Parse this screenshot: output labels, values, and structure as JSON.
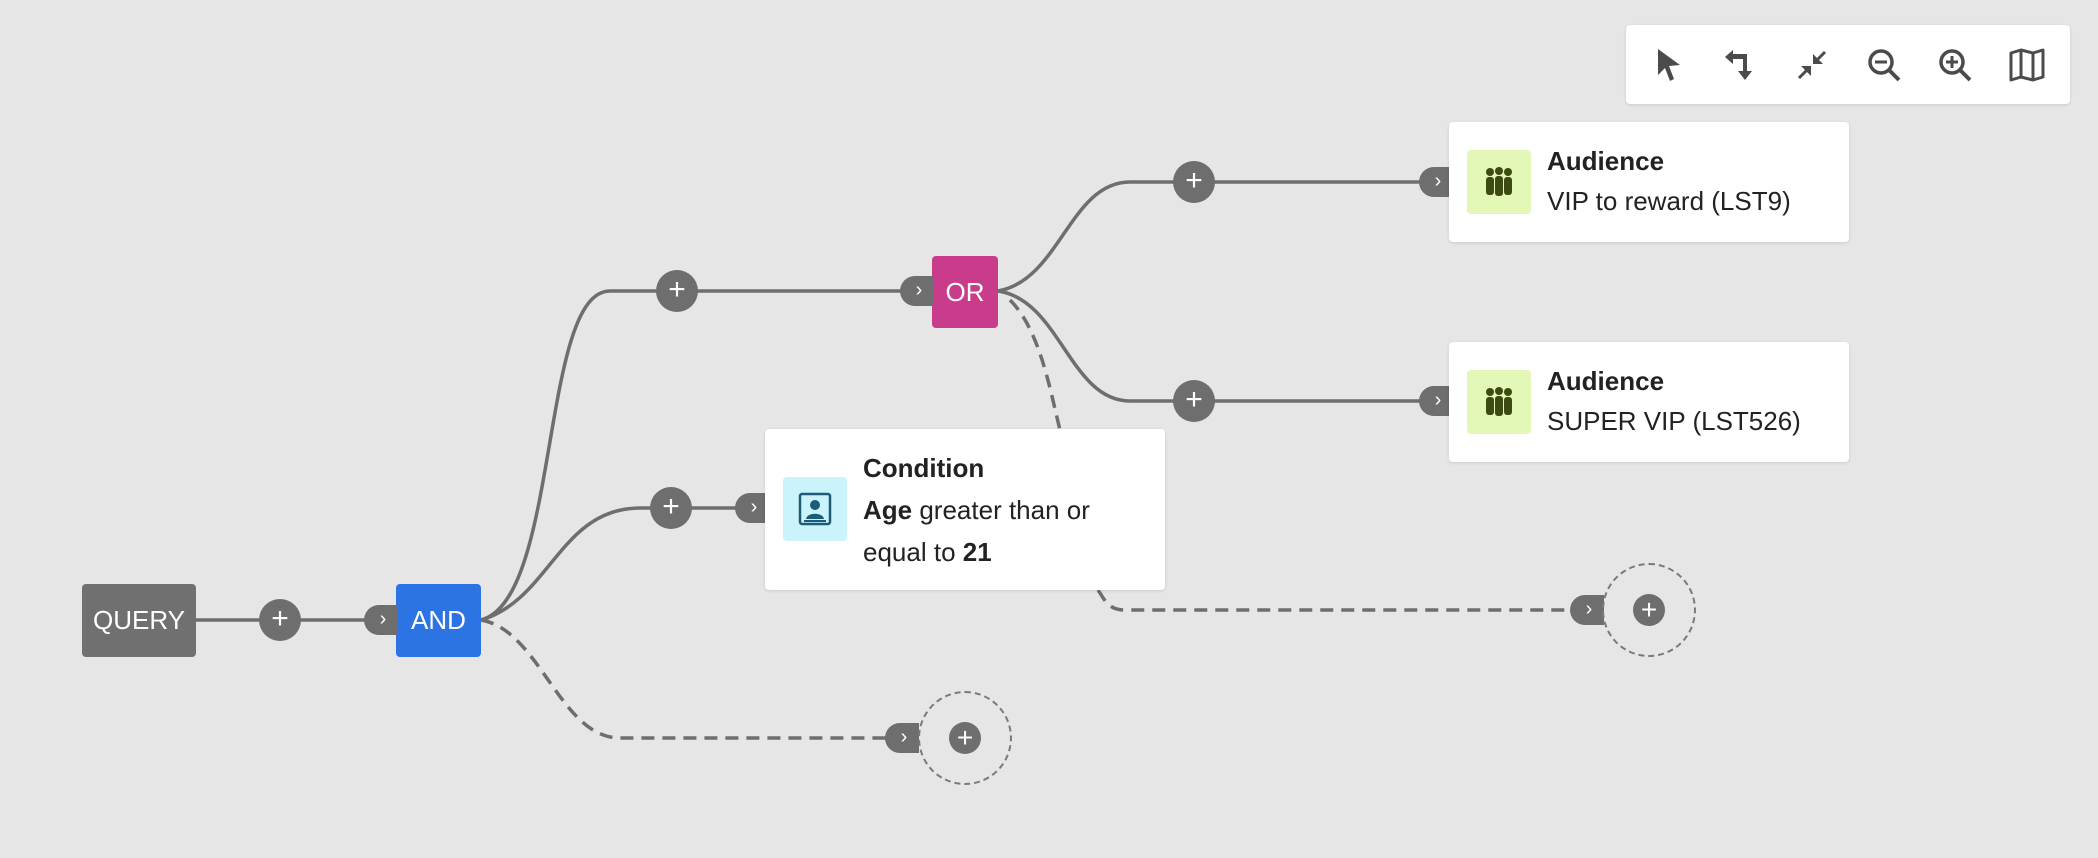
{
  "toolbar": {
    "tools": [
      {
        "name": "select-tool",
        "icon": "pointer-icon"
      },
      {
        "name": "reorient-tool",
        "icon": "flip-arrows-icon"
      },
      {
        "name": "collapse-tool",
        "icon": "collapse-arrows-icon"
      },
      {
        "name": "zoom-out-tool",
        "icon": "zoom-out-icon"
      },
      {
        "name": "zoom-in-tool",
        "icon": "zoom-in-icon"
      },
      {
        "name": "map-tool",
        "icon": "map-icon"
      }
    ]
  },
  "nodes": {
    "query": {
      "label": "QUERY",
      "color": "#707070"
    },
    "and": {
      "label": "AND",
      "color": "#2c73e4"
    },
    "or": {
      "label": "OR",
      "color": "#c93c8b"
    }
  },
  "audience1": {
    "title": "Audience",
    "value": "VIP to reward (LST9)",
    "icon": "audience-icon"
  },
  "audience2": {
    "title": "Audience",
    "value": "SUPER VIP (LST526)",
    "icon": "audience-icon"
  },
  "condition": {
    "title": "Condition",
    "attribute": "Age",
    "operator": " greater than or equal to ",
    "value": "21",
    "icon": "profile-icon"
  },
  "glyphs": {
    "plus": "+",
    "chevron": "›"
  },
  "colors": {
    "canvas": "#e6e6e6",
    "connector": "#6e6e6e",
    "audience_icon_bg": "#e3f7b7",
    "condition_icon_bg": "#cbf3fb"
  }
}
